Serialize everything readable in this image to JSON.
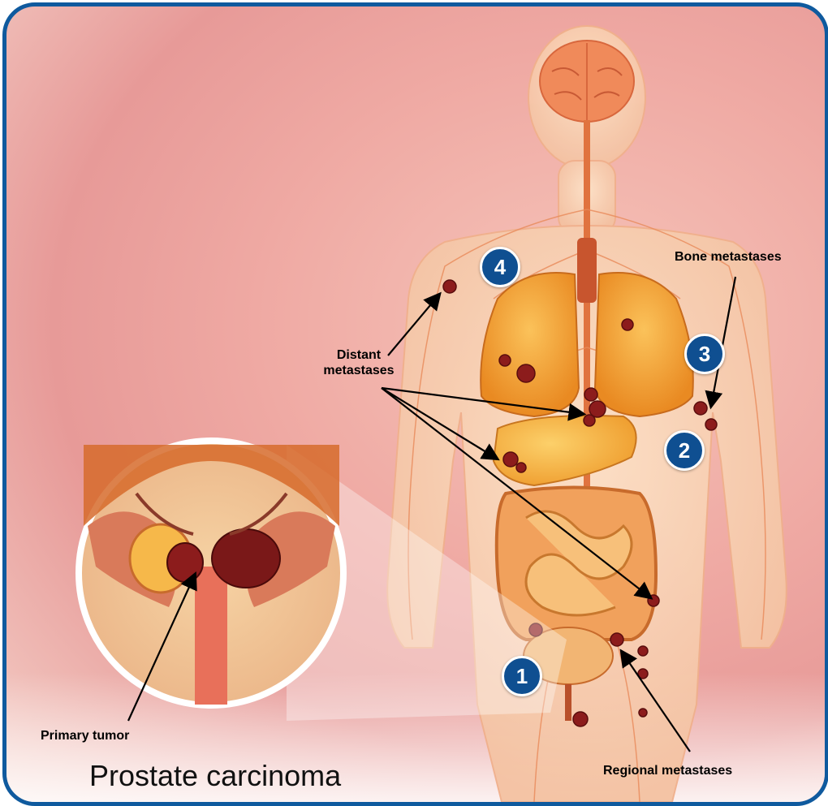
{
  "labels": {
    "bone_metastases": "Bone metastases",
    "distant_metastases_line1": "Distant",
    "distant_metastases_line2": "metastases",
    "primary_tumor": "Primary tumor",
    "regional_metastases": "Regional metastases",
    "caption": "Prostate carcinoma"
  },
  "badges": {
    "one": "1",
    "two": "2",
    "three": "3",
    "four": "4"
  },
  "colors": {
    "frame_border": "#0f5a9e",
    "badge_fill": "#0f4f91",
    "tumor": "#8c1c1c"
  }
}
